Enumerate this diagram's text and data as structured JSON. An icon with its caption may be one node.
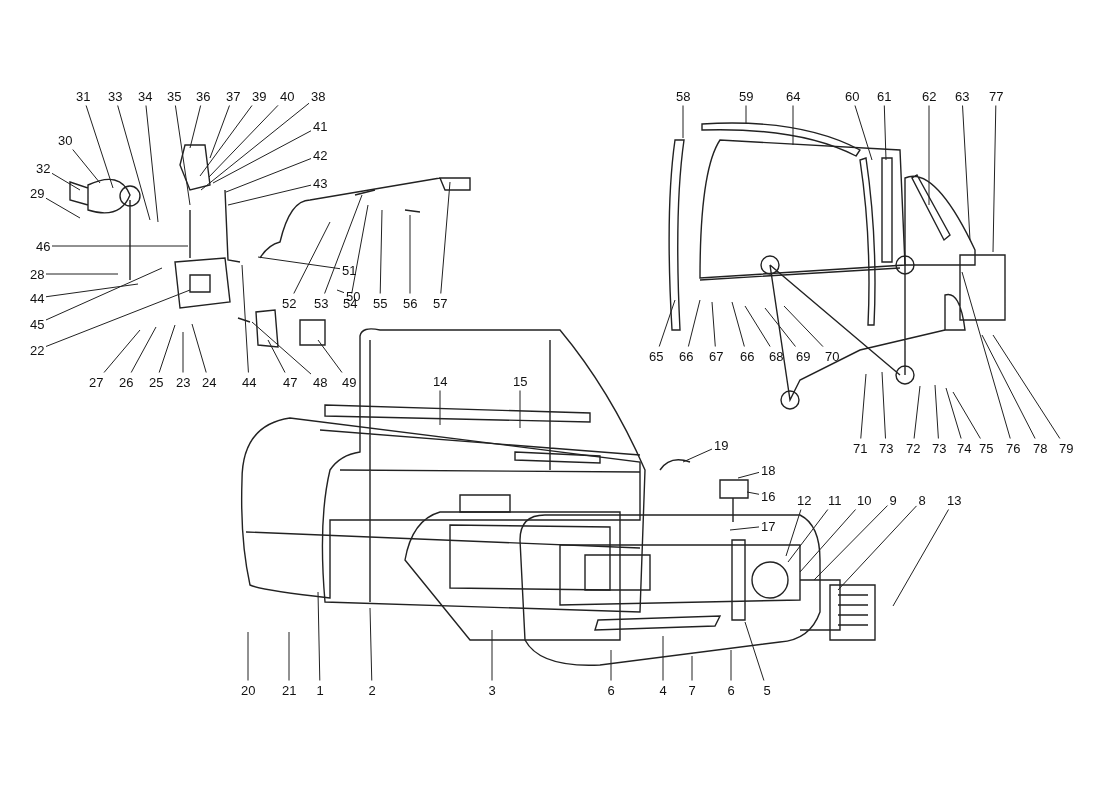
{
  "diagram": {
    "nodes": [
      {
        "text": [
          "31"
        ]
      },
      {
        "text": [
          "33"
        ]
      },
      {
        "text": [
          "34"
        ]
      },
      {
        "text": [
          "35"
        ]
      },
      {
        "text": [
          "36"
        ]
      },
      {
        "text": [
          "37"
        ]
      },
      {
        "text": [
          "39"
        ]
      },
      {
        "text": [
          "40"
        ]
      },
      {
        "text": [
          "38"
        ]
      },
      {
        "text": [
          "58"
        ]
      },
      {
        "text": [
          "59"
        ]
      },
      {
        "text": [
          "64"
        ]
      },
      {
        "text": [
          "60"
        ]
      },
      {
        "text": [
          "61"
        ]
      },
      {
        "text": [
          "62"
        ]
      },
      {
        "text": [
          "63"
        ]
      },
      {
        "text": [
          "77"
        ]
      },
      {
        "text": [
          "41"
        ]
      },
      {
        "text": [
          "30"
        ]
      },
      {
        "text": [
          "42"
        ]
      },
      {
        "text": [
          "43"
        ]
      },
      {
        "text": [
          "32"
        ]
      },
      {
        "text": [
          "29"
        ]
      },
      {
        "text": [
          "46"
        ]
      },
      {
        "text": [
          "51"
        ]
      },
      {
        "text": [
          "28"
        ]
      },
      {
        "text": [
          "44"
        ]
      },
      {
        "text": [
          "50"
        ]
      },
      {
        "text": [
          "52"
        ]
      },
      {
        "text": [
          "53"
        ]
      },
      {
        "text": [
          "54"
        ]
      },
      {
        "text": [
          "55"
        ]
      },
      {
        "text": [
          "56"
        ]
      },
      {
        "text": [
          "57"
        ]
      },
      {
        "text": [
          "45"
        ]
      },
      {
        "text": [
          "22"
        ]
      },
      {
        "text": [
          "65"
        ]
      },
      {
        "text": [
          "66"
        ]
      },
      {
        "text": [
          "67"
        ]
      },
      {
        "text": [
          "66"
        ]
      },
      {
        "text": [
          "68"
        ]
      },
      {
        "text": [
          "69"
        ]
      },
      {
        "text": [
          "70"
        ]
      },
      {
        "text": [
          "27"
        ]
      },
      {
        "text": [
          "26"
        ]
      },
      {
        "text": [
          "25"
        ]
      },
      {
        "text": [
          "23"
        ]
      },
      {
        "text": [
          "24"
        ]
      },
      {
        "text": [
          "44"
        ]
      },
      {
        "text": [
          "47"
        ]
      },
      {
        "text": [
          "48"
        ]
      },
      {
        "text": [
          "49"
        ]
      },
      {
        "text": [
          "14"
        ]
      },
      {
        "text": [
          "15"
        ]
      },
      {
        "text": [
          "19"
        ]
      },
      {
        "text": [
          "71"
        ]
      },
      {
        "text": [
          "73"
        ]
      },
      {
        "text": [
          "72"
        ]
      },
      {
        "text": [
          "73"
        ]
      },
      {
        "text": [
          "74"
        ]
      },
      {
        "text": [
          "75"
        ]
      },
      {
        "text": [
          "76"
        ]
      },
      {
        "text": [
          "78"
        ]
      },
      {
        "text": [
          "79"
        ]
      },
      {
        "text": [
          "18"
        ]
      },
      {
        "text": [
          "16"
        ]
      },
      {
        "text": [
          "12"
        ]
      },
      {
        "text": [
          "11"
        ]
      },
      {
        "text": [
          "10"
        ]
      },
      {
        "text": [
          "9"
        ]
      },
      {
        "text": [
          "8"
        ]
      },
      {
        "text": [
          "13"
        ]
      },
      {
        "text": [
          "17"
        ]
      },
      {
        "text": [
          "20"
        ]
      },
      {
        "text": [
          "21"
        ]
      },
      {
        "text": [
          "1"
        ]
      },
      {
        "text": [
          "2"
        ]
      },
      {
        "text": [
          "3"
        ]
      },
      {
        "text": [
          "6"
        ]
      },
      {
        "text": [
          "4"
        ]
      },
      {
        "text": [
          "7"
        ]
      },
      {
        "text": [
          "6"
        ]
      },
      {
        "text": [
          "5"
        ]
      }
    ],
    "edges": [
      {
        "from": 0,
        "to": null,
        "arrow": "none"
      },
      {
        "from": 1,
        "to": null,
        "arrow": "none"
      },
      {
        "from": 2,
        "to": null,
        "arrow": "none"
      },
      {
        "from": 3,
        "to": null,
        "arrow": "none"
      },
      {
        "from": 4,
        "to": null,
        "arrow": "none"
      },
      {
        "from": 5,
        "to": null,
        "arrow": "none"
      },
      {
        "from": 6,
        "to": null,
        "arrow": "none"
      },
      {
        "from": 7,
        "to": null,
        "arrow": "none"
      },
      {
        "from": 8,
        "to": null,
        "arrow": "none"
      },
      {
        "from": 9,
        "to": null,
        "arrow": "none"
      },
      {
        "from": 10,
        "to": null,
        "arrow": "none"
      },
      {
        "from": 11,
        "to": null,
        "arrow": "none"
      },
      {
        "from": 12,
        "to": null,
        "arrow": "none"
      },
      {
        "from": 13,
        "to": null,
        "arrow": "none"
      },
      {
        "from": 14,
        "to": null,
        "arrow": "none"
      },
      {
        "from": 15,
        "to": null,
        "arrow": "none"
      },
      {
        "from": 16,
        "to": null,
        "arrow": "none"
      },
      {
        "from": 17,
        "to": null,
        "arrow": "none"
      },
      {
        "from": 18,
        "to": null,
        "arrow": "none"
      },
      {
        "from": 19,
        "to": null,
        "arrow": "none"
      },
      {
        "from": 20,
        "to": null,
        "arrow": "none"
      },
      {
        "from": 21,
        "to": null,
        "arrow": "none"
      },
      {
        "from": 22,
        "to": null,
        "arrow": "none"
      },
      {
        "from": 23,
        "to": null,
        "arrow": "none"
      },
      {
        "from": 24,
        "to": null,
        "arrow": "none"
      },
      {
        "from": 25,
        "to": null,
        "arrow": "none"
      },
      {
        "from": 26,
        "to": null,
        "arrow": "none"
      },
      {
        "from": 27,
        "to": null,
        "arrow": "none"
      },
      {
        "from": 28,
        "to": null,
        "arrow": "none"
      },
      {
        "from": 29,
        "to": null,
        "arrow": "none"
      },
      {
        "from": 30,
        "to": null,
        "arrow": "none"
      },
      {
        "from": 31,
        "to": null,
        "arrow": "none"
      },
      {
        "from": 32,
        "to": null,
        "arrow": "none"
      },
      {
        "from": 33,
        "to": null,
        "arrow": "none"
      },
      {
        "from": 34,
        "to": null,
        "arrow": "none"
      },
      {
        "from": 35,
        "to": null,
        "arrow": "none"
      },
      {
        "from": 36,
        "to": null,
        "arrow": "none"
      },
      {
        "from": 37,
        "to": null,
        "arrow": "none"
      },
      {
        "from": 38,
        "to": null,
        "arrow": "none"
      },
      {
        "from": 39,
        "to": null,
        "arrow": "none"
      },
      {
        "from": 40,
        "to": null,
        "arrow": "none"
      },
      {
        "from": 41,
        "to": null,
        "arrow": "none"
      },
      {
        "from": 42,
        "to": null,
        "arrow": "none"
      },
      {
        "from": 43,
        "to": null,
        "arrow": "none"
      },
      {
        "from": 44,
        "to": null,
        "arrow": "none"
      },
      {
        "from": 45,
        "to": null,
        "arrow": "none"
      },
      {
        "from": 46,
        "to": null,
        "arrow": "none"
      },
      {
        "from": 47,
        "to": null,
        "arrow": "none"
      },
      {
        "from": 48,
        "to": null,
        "arrow": "none"
      },
      {
        "from": 49,
        "to": null,
        "arrow": "none"
      },
      {
        "from": 50,
        "to": null,
        "arrow": "none"
      },
      {
        "from": 51,
        "to": null,
        "arrow": "none"
      },
      {
        "from": 52,
        "to": null,
        "arrow": "none"
      },
      {
        "from": 53,
        "to": null,
        "arrow": "none"
      },
      {
        "from": 54,
        "to": null,
        "arrow": "none"
      },
      {
        "from": 55,
        "to": null,
        "arrow": "none"
      },
      {
        "from": 56,
        "to": null,
        "arrow": "none"
      },
      {
        "from": 57,
        "to": null,
        "arrow": "none"
      },
      {
        "from": 58,
        "to": null,
        "arrow": "none"
      },
      {
        "from": 59,
        "to": null,
        "arrow": "none"
      },
      {
        "from": 60,
        "to": null,
        "arrow": "none"
      },
      {
        "from": 61,
        "to": null,
        "arrow": "none"
      },
      {
        "from": 62,
        "to": null,
        "arrow": "none"
      },
      {
        "from": 63,
        "to": null,
        "arrow": "none"
      },
      {
        "from": 64,
        "to": null,
        "arrow": "none"
      },
      {
        "from": 65,
        "to": null,
        "arrow": "none"
      },
      {
        "from": 66,
        "to": null,
        "arrow": "none"
      },
      {
        "from": 67,
        "to": null,
        "arrow": "none"
      },
      {
        "from": 68,
        "to": null,
        "arrow": "none"
      },
      {
        "from": 69,
        "to": null,
        "arrow": "none"
      },
      {
        "from": 70,
        "to": null,
        "arrow": "none"
      },
      {
        "from": 71,
        "to": null,
        "arrow": "none"
      },
      {
        "from": 72,
        "to": null,
        "arrow": "none"
      },
      {
        "from": 73,
        "to": null,
        "arrow": "none"
      },
      {
        "from": 74,
        "to": null,
        "arrow": "none"
      },
      {
        "from": 75,
        "to": null,
        "arrow": "none"
      },
      {
        "from": 76,
        "to": null,
        "arrow": "none"
      },
      {
        "from": 77,
        "to": null,
        "arrow": "none"
      },
      {
        "from": 78,
        "to": null,
        "arrow": "none"
      },
      {
        "from": 79,
        "to": null,
        "arrow": "none"
      },
      {
        "from": 80,
        "to": null,
        "arrow": "none"
      },
      {
        "from": 81,
        "to": null,
        "arrow": "none"
      },
      {
        "from": 82,
        "to": null,
        "arrow": "none"
      }
    ]
  }
}
